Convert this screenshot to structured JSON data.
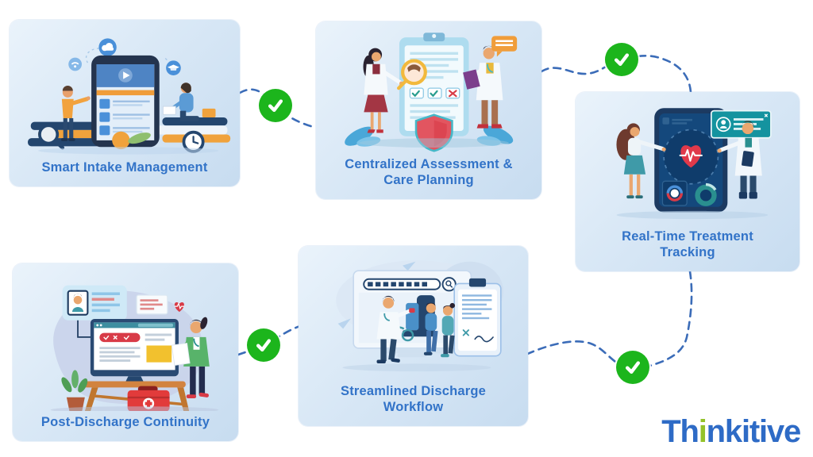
{
  "page": {
    "background": "#ffffff",
    "brand": {
      "logo_prefix": "Th",
      "logo_accent": "i",
      "logo_suffix": "nkitive",
      "logo_full": "Thinkitive",
      "logo_blue": "#2e6bc6",
      "logo_green": "#93c229"
    }
  },
  "workflow": {
    "steps": [
      {
        "id": "smart-intake-management",
        "title": "Smart Intake Management"
      },
      {
        "id": "centralized-assessment-care-planning",
        "title": "Centralized Assessment & Care Planning"
      },
      {
        "id": "real-time-treatment-tracking",
        "title": "Real-Time Treatment Tracking"
      },
      {
        "id": "streamlined-discharge-workflow",
        "title": "Streamlined Discharge Workflow"
      },
      {
        "id": "post-discharge-continuity",
        "title": "Post-Discharge Continuity"
      }
    ],
    "connectors": {
      "style": "dashed-curve",
      "line_color": "#3b6cb8",
      "checkmark_count": 4,
      "checkmark_glyph": "✓",
      "checkmark_color": "#1cb51c",
      "checkmark_icon": "check-icon"
    }
  },
  "colors": {
    "card_gradient_start": "#eaf3fb",
    "card_gradient_end": "#c7dcf0",
    "title_text": "#3273c8"
  }
}
